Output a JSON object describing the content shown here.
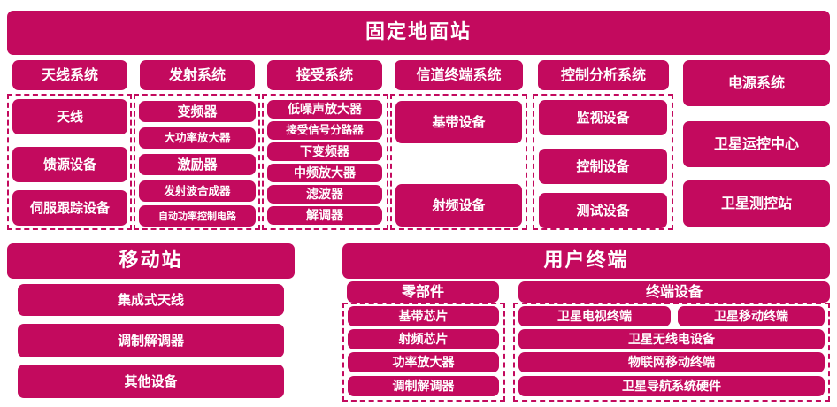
{
  "fixed_station": {
    "title": "固定地面站",
    "antenna": {
      "title": "天线系统",
      "items": [
        "天线",
        "馈源设备",
        "伺服跟踪设备"
      ]
    },
    "transmit": {
      "title": "发射系统",
      "items": [
        "变频器",
        "大功率放大器",
        "激励器",
        "发射波合成器",
        "自动功率控制电路"
      ]
    },
    "receive": {
      "title": "接受系统",
      "items": [
        "低噪声放大器",
        "接受信号分路器",
        "下变频器",
        "中频放大器",
        "滤波器",
        "解调器"
      ]
    },
    "channel": {
      "title": "信道终端系统",
      "items": [
        "基带设备",
        "射频设备"
      ]
    },
    "control": {
      "title": "控制分析系统",
      "items": [
        "监视设备",
        "控制设备",
        "测试设备"
      ]
    },
    "right": [
      "电源系统",
      "卫星运控中心",
      "卫星测控站"
    ]
  },
  "mobile_station": {
    "title": "移动站",
    "items": [
      "集成式天线",
      "调制解调器",
      "其他设备"
    ]
  },
  "user_terminal": {
    "title": "用户终端",
    "parts": {
      "title": "零部件",
      "items": [
        "基带芯片",
        "射频芯片",
        "功率放大器",
        "调制解调器"
      ]
    },
    "devices": {
      "title": "终端设备",
      "items": [
        "卫星电视终端",
        "卫星移动终端",
        "卫星无线电设备",
        "物联网移动终端",
        "卫星导航系统硬件"
      ]
    }
  }
}
